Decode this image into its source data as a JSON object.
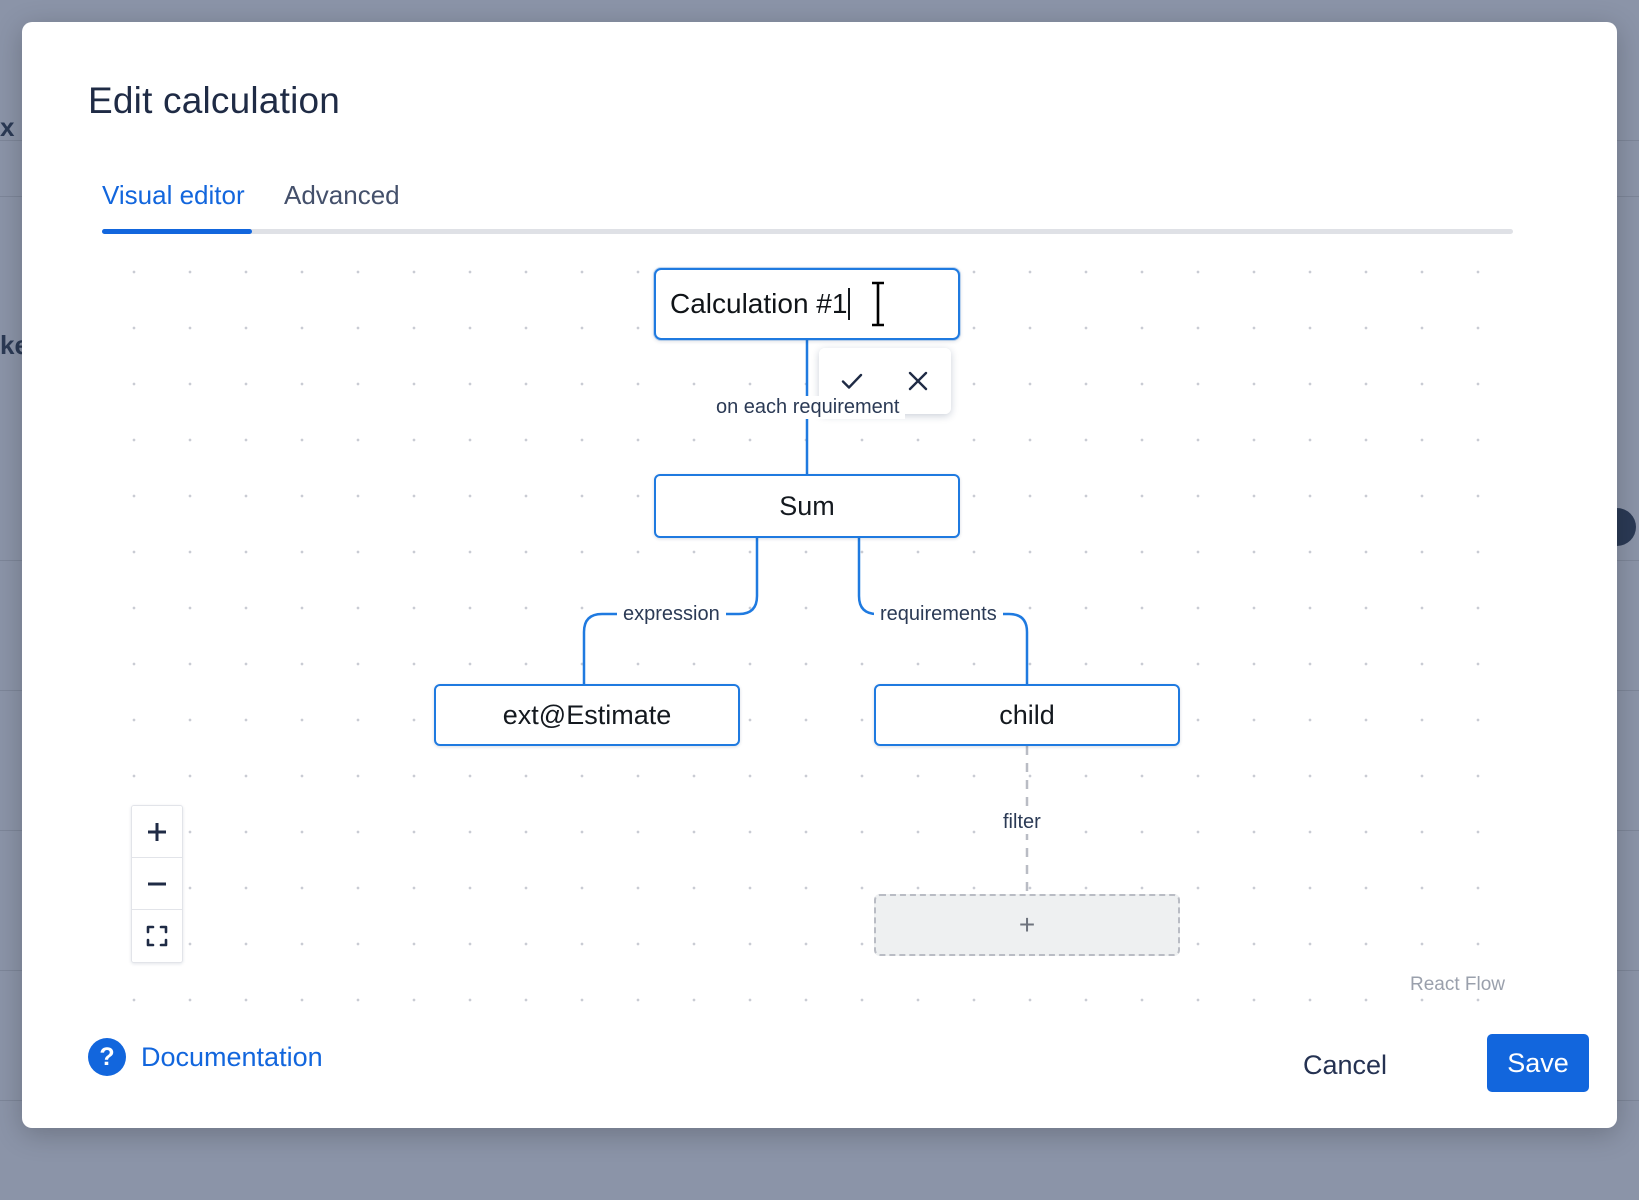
{
  "background": {
    "partial_texts": [
      "x",
      "ke"
    ]
  },
  "dialog": {
    "title": "Edit calculation"
  },
  "tabs": [
    {
      "id": "visual",
      "label": "Visual editor",
      "active": true
    },
    {
      "id": "advanced",
      "label": "Advanced",
      "active": false
    }
  ],
  "canvas": {
    "attribution": "React Flow",
    "root_node": {
      "name": "calculation-name-input",
      "value": "Calculation #1",
      "editing": true
    },
    "nodes": [
      {
        "id": "sum",
        "label": "Sum"
      },
      {
        "id": "expression",
        "label": "ext@Estimate"
      },
      {
        "id": "child",
        "label": "child"
      }
    ],
    "placeholder_node": {
      "id": "filter-placeholder",
      "label": "+"
    },
    "edge_labels": {
      "on_each_requirement": "on each requirement",
      "expression": "expression",
      "requirements": "requirements",
      "filter": "filter"
    },
    "inline_actions": {
      "confirm": "check-icon",
      "cancel": "close-icon"
    },
    "zoom_controls": {
      "zoom_in": "plus-icon",
      "zoom_out": "minus-icon",
      "fit_view": "fit-view-icon"
    }
  },
  "footer": {
    "documentation_label": "Documentation",
    "documentation_icon": "question-mark-icon",
    "cancel_label": "Cancel",
    "save_label": "Save"
  },
  "colors": {
    "accent": "#1266dd",
    "node_border": "#1f7ae0",
    "title": "#1f2b45",
    "backdrop": "#8b94a8",
    "placeholder_bg": "#eef0f1",
    "placeholder_border": "#b9bcc4"
  }
}
